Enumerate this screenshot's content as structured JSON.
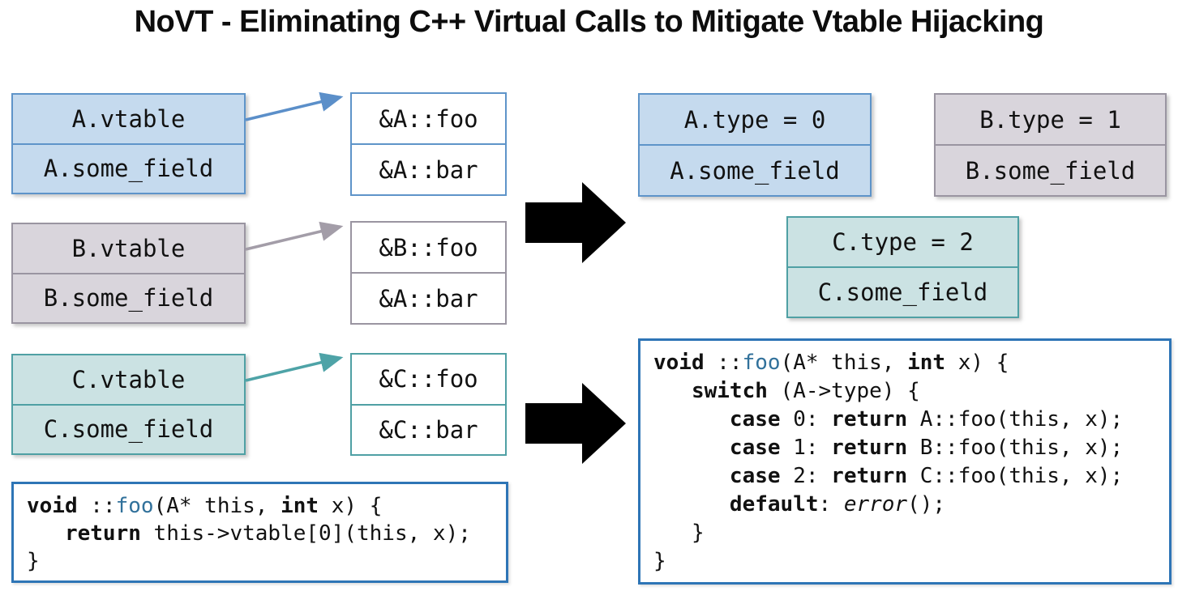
{
  "title": "NoVT - Eliminating C++ Virtual Calls to Mitigate Vtable Hijacking",
  "colors": {
    "blue_fill": "#C5DAEE",
    "blue_border": "#5E94C9",
    "gray_fill": "#D9D5DC",
    "gray_border": "#9A95A1",
    "teal_fill": "#CBE2E3",
    "teal_border": "#4FA0A4",
    "code_border": "#2E75B6",
    "arrow_blue": "#5B8FC9",
    "arrow_gray": "#A39DA8",
    "arrow_teal": "#4EA3A7",
    "arrow_black": "#000000",
    "fn_color": "#31719B"
  },
  "before": {
    "objects": [
      {
        "name": "A",
        "field1": "A.vtable",
        "field2": "A.some_field",
        "vtable_entries": [
          "&A::foo",
          "&A::bar"
        ],
        "theme": "blue"
      },
      {
        "name": "B",
        "field1": "B.vtable",
        "field2": "B.some_field",
        "vtable_entries": [
          "&B::foo",
          "&A::bar"
        ],
        "theme": "gray"
      },
      {
        "name": "C",
        "field1": "C.vtable",
        "field2": "C.some_field",
        "vtable_entries": [
          "&C::foo",
          "&C::bar"
        ],
        "theme": "teal"
      }
    ],
    "code": {
      "lines": [
        [
          {
            "t": "void",
            "s": "kw"
          },
          {
            "t": " ::"
          },
          {
            "t": "foo",
            "s": "fn"
          },
          {
            "t": "(A* this, "
          },
          {
            "t": "int",
            "s": "kw"
          },
          {
            "t": " x) {"
          }
        ],
        [
          {
            "t": "   "
          },
          {
            "t": "return",
            "s": "kw"
          },
          {
            "t": " this->vtable[0](this, x);"
          }
        ],
        [
          {
            "t": "}"
          }
        ]
      ]
    }
  },
  "after": {
    "objects": [
      {
        "name": "A",
        "field1": "A.type = 0",
        "field2": "A.some_field",
        "theme": "blue"
      },
      {
        "name": "B",
        "field1": "B.type = 1",
        "field2": "B.some_field",
        "theme": "gray"
      },
      {
        "name": "C",
        "field1": "C.type = 2",
        "field2": "C.some_field",
        "theme": "teal"
      }
    ],
    "code": {
      "lines": [
        [
          {
            "t": "void",
            "s": "kw"
          },
          {
            "t": " ::"
          },
          {
            "t": "foo",
            "s": "fn"
          },
          {
            "t": "(A* this, "
          },
          {
            "t": "int",
            "s": "kw"
          },
          {
            "t": " x) {"
          }
        ],
        [
          {
            "t": "   "
          },
          {
            "t": "switch",
            "s": "kw"
          },
          {
            "t": " (A->type) {"
          }
        ],
        [
          {
            "t": "      "
          },
          {
            "t": "case",
            "s": "kw"
          },
          {
            "t": " 0: "
          },
          {
            "t": "return",
            "s": "kw"
          },
          {
            "t": " A::foo(this, x);"
          }
        ],
        [
          {
            "t": "      "
          },
          {
            "t": "case",
            "s": "kw"
          },
          {
            "t": " 1: "
          },
          {
            "t": "return",
            "s": "kw"
          },
          {
            "t": " B::foo(this, x);"
          }
        ],
        [
          {
            "t": "      "
          },
          {
            "t": "case",
            "s": "kw"
          },
          {
            "t": " 2: "
          },
          {
            "t": "return",
            "s": "kw"
          },
          {
            "t": " C::foo(this, x);"
          }
        ],
        [
          {
            "t": "      "
          },
          {
            "t": "default",
            "s": "kw"
          },
          {
            "t": ": "
          },
          {
            "t": "error",
            "s": "it"
          },
          {
            "t": "();"
          }
        ],
        [
          {
            "t": "   }"
          }
        ],
        [
          {
            "t": "}"
          }
        ]
      ]
    }
  }
}
